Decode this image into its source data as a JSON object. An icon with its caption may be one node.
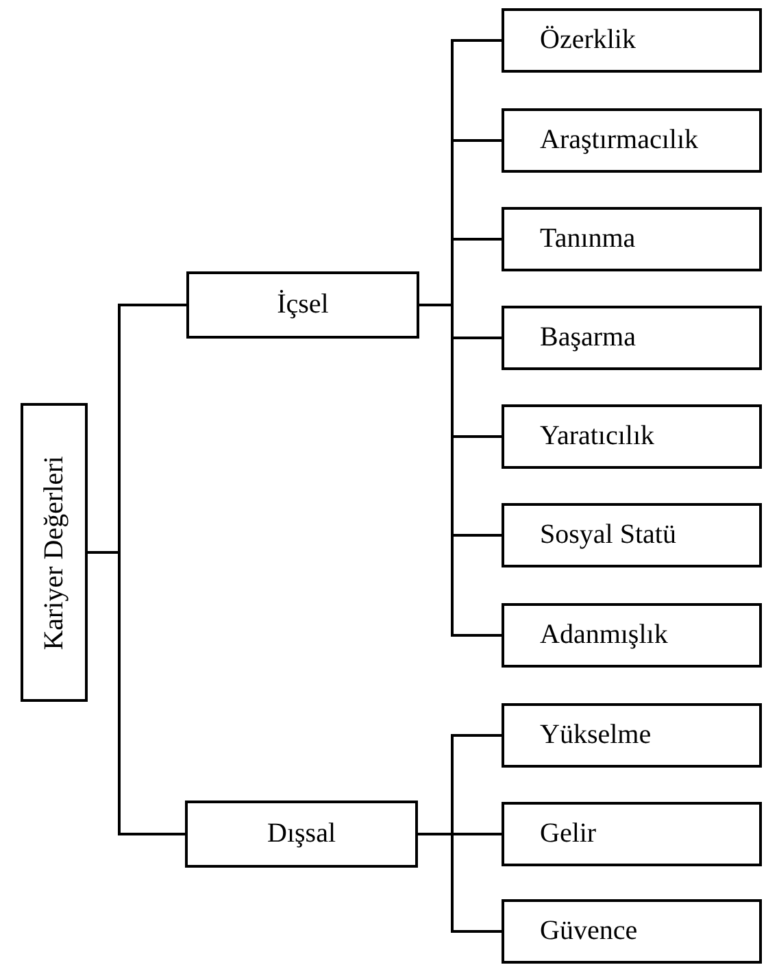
{
  "diagram": {
    "nodes": [
      {
        "text": [
          "Kariyer Değerleri"
        ]
      },
      {
        "text": [
          "İçsel"
        ]
      },
      {
        "text": [
          "Dışsal"
        ]
      },
      {
        "text": [
          "Özerklik"
        ]
      },
      {
        "text": [
          "Araştırmacılık"
        ]
      },
      {
        "text": [
          "Tanınma"
        ]
      },
      {
        "text": [
          "Başarma"
        ]
      },
      {
        "text": [
          "Yaratıcılık"
        ]
      },
      {
        "text": [
          "Sosyal Statü"
        ]
      },
      {
        "text": [
          "Adanmışlık"
        ]
      },
      {
        "text": [
          "Yükselme"
        ]
      },
      {
        "text": [
          "Gelir"
        ]
      },
      {
        "text": [
          "Güvence"
        ]
      }
    ],
    "edges": [
      {
        "from": 0,
        "to": 1,
        "arrow": "none"
      },
      {
        "from": 0,
        "to": 2,
        "arrow": "none"
      },
      {
        "from": 1,
        "to": 3,
        "arrow": "none"
      },
      {
        "from": 1,
        "to": 4,
        "arrow": "none"
      },
      {
        "from": 1,
        "to": 5,
        "arrow": "none"
      },
      {
        "from": 1,
        "to": 6,
        "arrow": "none"
      },
      {
        "from": 1,
        "to": 7,
        "arrow": "none"
      },
      {
        "from": 1,
        "to": 8,
        "arrow": "none"
      },
      {
        "from": 1,
        "to": 9,
        "arrow": "none"
      },
      {
        "from": 2,
        "to": 10,
        "arrow": "none"
      },
      {
        "from": 2,
        "to": 11,
        "arrow": "none"
      },
      {
        "from": 2,
        "to": 12,
        "arrow": "none"
      }
    ]
  }
}
